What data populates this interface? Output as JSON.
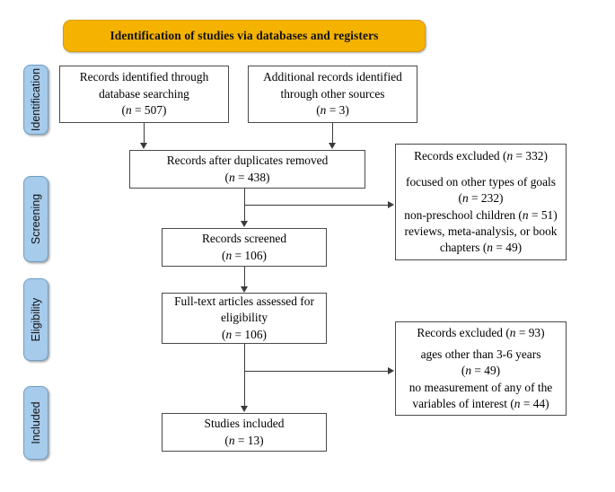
{
  "diagram": {
    "type": "prisma-flow",
    "banner": {
      "label": "Identification of studies via databases and registers"
    },
    "stages": [
      {
        "key": "identification",
        "label": "Identification"
      },
      {
        "key": "screening",
        "label": "Screening"
      },
      {
        "key": "eligibility",
        "label": "Eligibility"
      },
      {
        "key": "included",
        "label": "Included"
      }
    ],
    "boxes": {
      "records_identified": {
        "line1": "Records identified through",
        "line2": "database searching",
        "count_label": "(n = 507)",
        "n": 507
      },
      "additional_records": {
        "line1": "Additional records identified",
        "line2": "through other sources",
        "count_label": "(n = 3)",
        "n": 3
      },
      "duplicates_removed": {
        "line1": "Records after duplicates removed",
        "count_label": "(n = 438)",
        "n": 438
      },
      "records_screened": {
        "line1": "Records screened",
        "count_label": "(n = 106)",
        "n": 106
      },
      "fulltext_assessed": {
        "line1": "Full-text articles assessed for",
        "line2": "eligibility",
        "count_label": "(n = 106)",
        "n": 106
      },
      "studies_included": {
        "line1": "Studies included",
        "count_label": "(n = 13)",
        "n": 13
      },
      "excluded_screening": {
        "heading": "Records excluded (n = 332)",
        "n": 332,
        "reason1_line1": "focused on other types of goals",
        "reason1_count": "(n = 232)",
        "reason2": "non-preschool children (n = 51)",
        "reason3_line1": "reviews, meta-analysis, or book",
        "reason3_line2": "chapters (n = 49)"
      },
      "excluded_eligibility": {
        "heading": "Records excluded (n = 93)",
        "n": 93,
        "reason1_line1": "ages other than 3-6 years",
        "reason1_count": "(n = 49)",
        "reason2_line1": "no measurement of any of the",
        "reason2_line2": "variables of interest (n = 44)"
      }
    },
    "colors": {
      "banner_fill": "#F5B300",
      "stage_fill": "#A6CBEB",
      "box_border": "#4a4a4a",
      "connector": "#3a3a3a",
      "background": "#FFFFFF"
    }
  }
}
